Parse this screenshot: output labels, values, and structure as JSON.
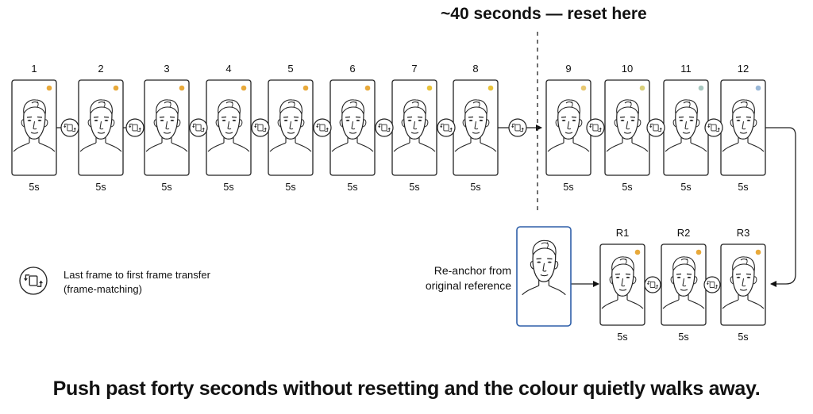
{
  "reset_marker": {
    "label": "~40 seconds — reset here"
  },
  "frames": [
    {
      "label": "1",
      "duration": "5s",
      "dot_color": "#E8A93A"
    },
    {
      "label": "2",
      "duration": "5s",
      "dot_color": "#E8A93A"
    },
    {
      "label": "3",
      "duration": "5s",
      "dot_color": "#E8A93A"
    },
    {
      "label": "4",
      "duration": "5s",
      "dot_color": "#E8A93A"
    },
    {
      "label": "5",
      "duration": "5s",
      "dot_color": "#E8A93A"
    },
    {
      "label": "6",
      "duration": "5s",
      "dot_color": "#E8A93A"
    },
    {
      "label": "7",
      "duration": "5s",
      "dot_color": "#E8C23A"
    },
    {
      "label": "8",
      "duration": "5s",
      "dot_color": "#E8C23A"
    },
    {
      "label": "9",
      "duration": "5s",
      "dot_color": "#E8C870"
    },
    {
      "label": "10",
      "duration": "5s",
      "dot_color": "#D9CF7A"
    },
    {
      "label": "11",
      "duration": "5s",
      "dot_color": "#A8C8C0"
    },
    {
      "label": "12",
      "duration": "5s",
      "dot_color": "#9AB8D8"
    }
  ],
  "reset_frames": [
    {
      "label": "R1",
      "duration": "5s",
      "dot_color": "#E8A93A"
    },
    {
      "label": "R2",
      "duration": "5s",
      "dot_color": "#E8A93A"
    },
    {
      "label": "R3",
      "duration": "5s",
      "dot_color": "#E8A93A"
    }
  ],
  "reference": {
    "label": "Re-anchor from original reference",
    "border_color": "#2E5FA8"
  },
  "legend": {
    "icon": "frame-transfer-icon",
    "text": "Last frame to first frame transfer (frame-matching)"
  },
  "caption": "Push past forty seconds without resetting and the colour quietly walks away."
}
